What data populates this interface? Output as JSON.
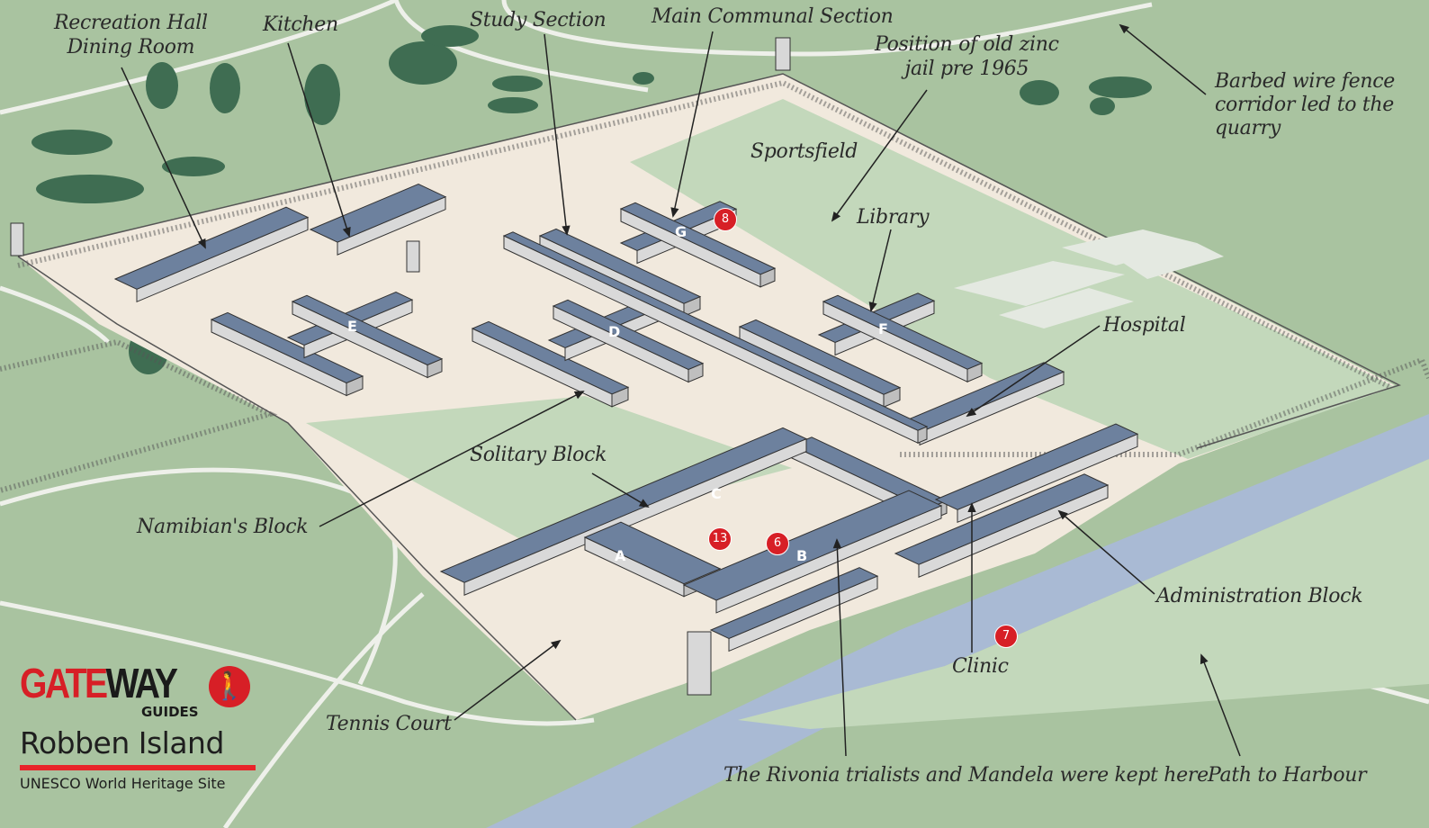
{
  "colors": {
    "grass": "#a9c3a0",
    "inner": "#c3d8bb",
    "sand": "#f1e9dd",
    "roof": "#6d819e",
    "wall": "#d9d9d9",
    "sea": "#a9bad4",
    "marker": "#d71f26"
  },
  "labels": {
    "recreation_hall": "Recreation Hall\nDining Room",
    "kitchen": "Kitchen",
    "study_section": "Study Section",
    "main_communal": "Main Communal Section",
    "old_zinc_jail": "Position of old zinc\njail pre 1965",
    "barbed_wire": "Barbed wire fence\ncorridor led to the\nquarry",
    "sportsfield": "Sportsfield",
    "library": "Library",
    "hospital": "Hospital",
    "solitary_block": "Solitary Block",
    "namibians_block": "Namibian's Block",
    "administration_block": "Administration Block",
    "clinic": "Clinic",
    "tennis_court": "Tennis Court",
    "rivonia": "The Rivonia trialists and Mandela were kept here",
    "path_to_harbour": "Path to Harbour"
  },
  "markers": [
    "8",
    "13",
    "6",
    "7"
  ],
  "block_letters": [
    "A",
    "B",
    "C",
    "D",
    "E",
    "F",
    "G"
  ],
  "logo": {
    "gate": "GATE",
    "way": "WAY",
    "guides": "GUIDES",
    "hiker_icon": "hiker-icon",
    "title": "Robben Island",
    "subtitle": "UNESCO World Heritage Site"
  }
}
